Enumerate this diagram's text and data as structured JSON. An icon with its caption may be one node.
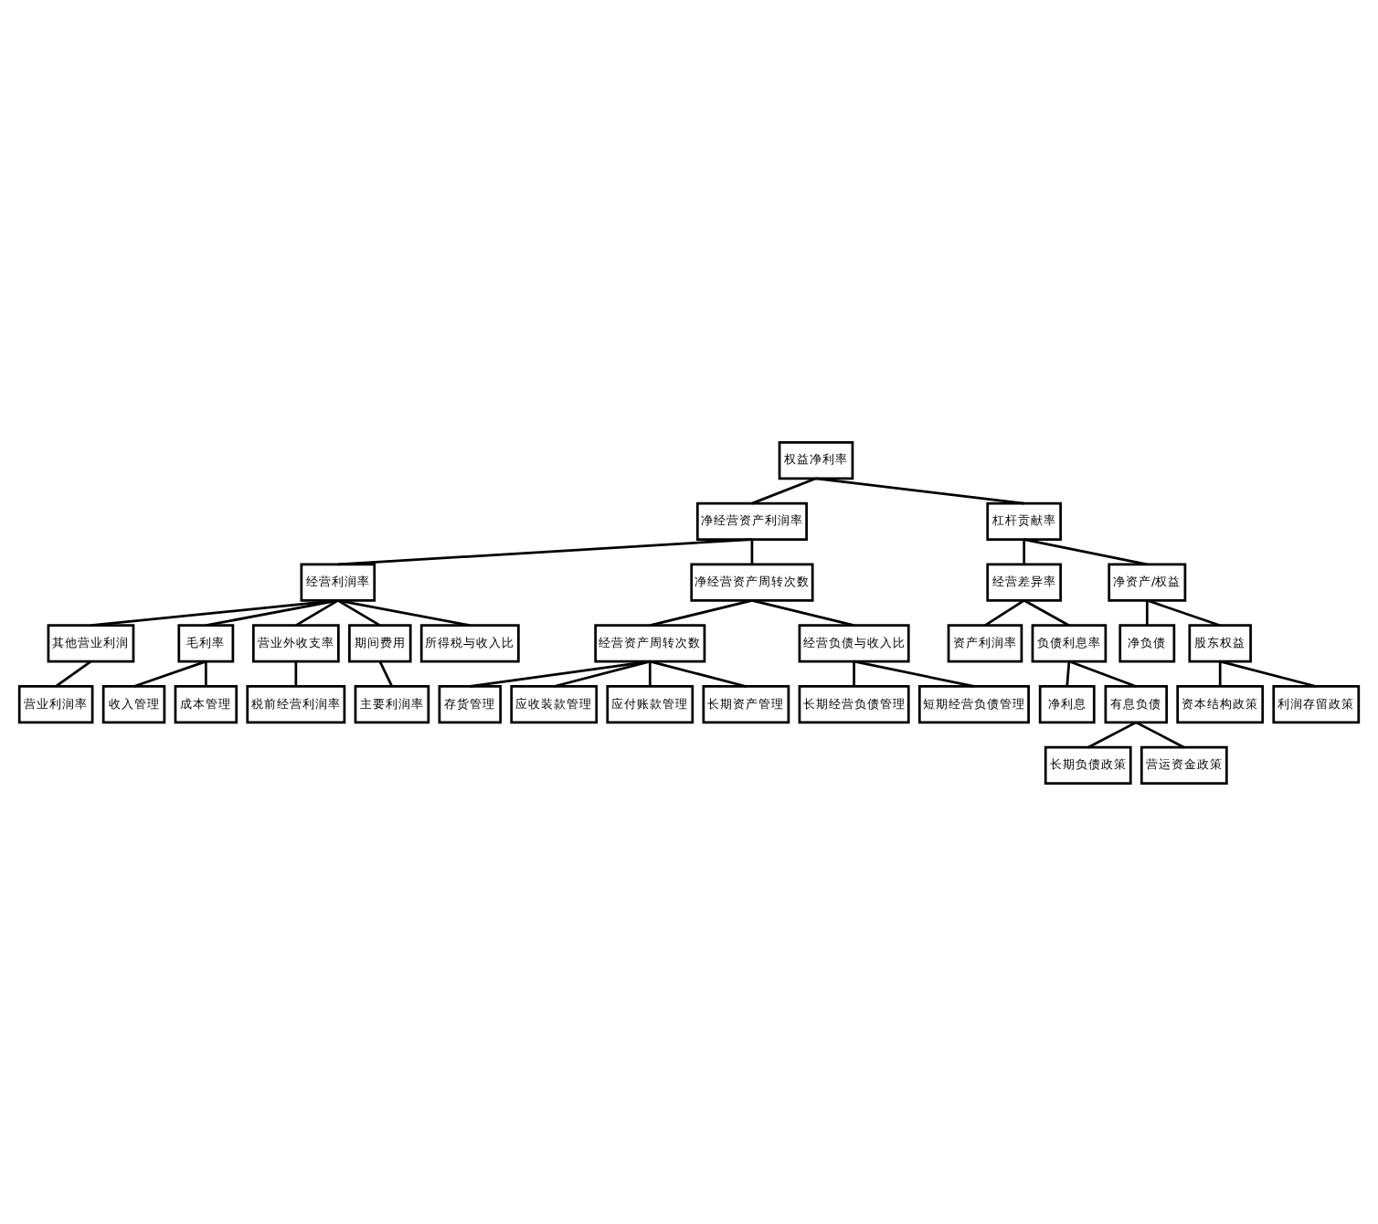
{
  "diagram": {
    "nodes": [
      {
        "text": [
          "权益净利率"
        ]
      },
      {
        "text": [
          "净经营资产利润率"
        ]
      },
      {
        "text": [
          "杠杆贡献率"
        ]
      },
      {
        "text": [
          "经营利润率"
        ]
      },
      {
        "text": [
          "净经营资产周转次数"
        ]
      },
      {
        "text": [
          "经营差异率"
        ]
      },
      {
        "text": [
          "净资产/权益"
        ]
      },
      {
        "text": [
          "资产利润率"
        ]
      },
      {
        "text": [
          "净负债"
        ]
      },
      {
        "text": [
          "经营资产周转次数"
        ]
      },
      {
        "text": [
          "其他营业利润"
        ]
      },
      {
        "text": [
          "毛利率"
        ]
      },
      {
        "text": [
          "存货管理"
        ]
      },
      {
        "text": [
          "负债利息率"
        ]
      },
      {
        "text": [
          "股东权益"
        ]
      },
      {
        "text": [
          "营业利润率"
        ]
      },
      {
        "text": [
          "收入管理"
        ]
      },
      {
        "text": [
          "应收装款管理"
        ]
      },
      {
        "text": [
          "净利息"
        ]
      },
      {
        "text": [
          "资本结构政策"
        ]
      },
      {
        "text": [
          "营业外收支率"
        ]
      },
      {
        "text": [
          "成本管理"
        ]
      },
      {
        "text": [
          "应付账款管理"
        ]
      },
      {
        "text": [
          "有息负债"
        ]
      },
      {
        "text": [
          "利润存留政策"
        ]
      },
      {
        "text": [
          "税前经营利润率"
        ]
      },
      {
        "text": [
          "期间费用"
        ]
      },
      {
        "text": [
          "长期资产管理"
        ]
      },
      {
        "text": [
          "长期负债政策"
        ]
      },
      {
        "text": [
          "营运资金政策"
        ]
      },
      {
        "text": [
          "主要利润率"
        ]
      },
      {
        "text": [
          "所得税与收入比"
        ]
      },
      {
        "text": [
          "经营负债与收入比"
        ]
      },
      {
        "text": [
          "长期经营负债管理"
        ]
      },
      {
        "text": [
          "短期经营负债管理"
        ]
      }
    ],
    "edges": [
      {
        "from": 0,
        "to": 1,
        "arrow": "none"
      },
      {
        "from": 0,
        "to": 2,
        "arrow": "none"
      },
      {
        "from": 1,
        "to": 3,
        "arrow": "none"
      },
      {
        "from": 1,
        "to": 4,
        "arrow": "none"
      },
      {
        "from": 2,
        "to": 5,
        "arrow": "none"
      },
      {
        "from": 2,
        "to": 6,
        "arrow": "none"
      },
      {
        "from": 3,
        "to": 10,
        "arrow": "none"
      },
      {
        "from": 3,
        "to": 11,
        "arrow": "none"
      },
      {
        "from": 3,
        "to": 20,
        "arrow": "none"
      },
      {
        "from": 3,
        "to": 26,
        "arrow": "none"
      },
      {
        "from": 3,
        "to": 31,
        "arrow": "none"
      },
      {
        "from": 10,
        "to": 15,
        "arrow": "none"
      },
      {
        "from": 11,
        "to": 16,
        "arrow": "none"
      },
      {
        "from": 11,
        "to": 21,
        "arrow": "none"
      },
      {
        "from": 20,
        "to": 25,
        "arrow": "none"
      },
      {
        "from": 26,
        "to": 30,
        "arrow": "none"
      },
      {
        "from": 4,
        "to": 9,
        "arrow": "none"
      },
      {
        "from": 4,
        "to": 32,
        "arrow": "none"
      },
      {
        "from": 9,
        "to": 12,
        "arrow": "none"
      },
      {
        "from": 9,
        "to": 17,
        "arrow": "none"
      },
      {
        "from": 9,
        "to": 22,
        "arrow": "none"
      },
      {
        "from": 9,
        "to": 27,
        "arrow": "none"
      },
      {
        "from": 32,
        "to": 33,
        "arrow": "none"
      },
      {
        "from": 32,
        "to": 34,
        "arrow": "none"
      },
      {
        "from": 5,
        "to": 7,
        "arrow": "none"
      },
      {
        "from": 5,
        "to": 13,
        "arrow": "none"
      },
      {
        "from": 13,
        "to": 18,
        "arrow": "none"
      },
      {
        "from": 13,
        "to": 23,
        "arrow": "none"
      },
      {
        "from": 23,
        "to": 28,
        "arrow": "none"
      },
      {
        "from": 23,
        "to": 29,
        "arrow": "none"
      },
      {
        "from": 6,
        "to": 8,
        "arrow": "none"
      },
      {
        "from": 6,
        "to": 14,
        "arrow": "none"
      },
      {
        "from": 14,
        "to": 19,
        "arrow": "none"
      },
      {
        "from": 14,
        "to": 24,
        "arrow": "none"
      }
    ]
  }
}
